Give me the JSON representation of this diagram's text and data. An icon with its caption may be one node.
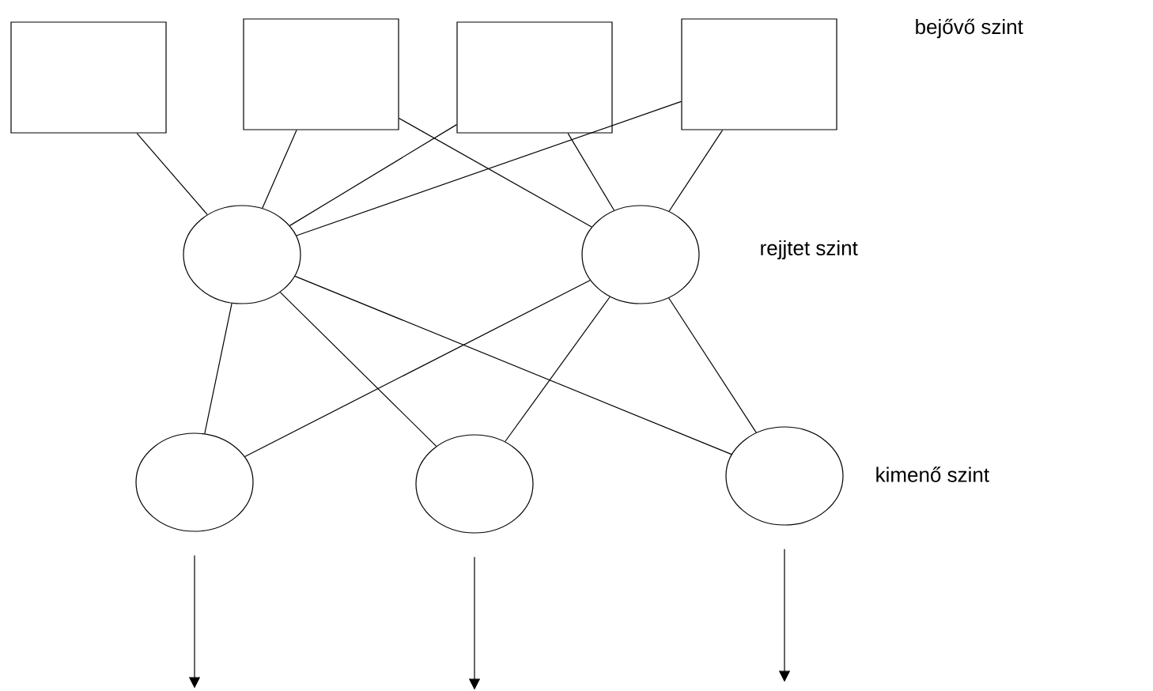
{
  "diagram": {
    "nodes": [
      {
        "text": [],
        "shape": "box"
      },
      {
        "text": [],
        "shape": "box"
      },
      {
        "text": [],
        "shape": "box"
      },
      {
        "text": [],
        "shape": "box"
      },
      {
        "text": [],
        "shape": "circle"
      },
      {
        "text": [],
        "shape": "circle"
      },
      {
        "text": [],
        "shape": "circle"
      },
      {
        "text": [],
        "shape": "circle"
      },
      {
        "text": [],
        "shape": "circle"
      }
    ],
    "edges": [
      {
        "from": 0,
        "to": 4,
        "arrow": "none"
      },
      {
        "from": 1,
        "to": 4,
        "arrow": "none"
      },
      {
        "from": 1,
        "to": 5,
        "arrow": "none"
      },
      {
        "from": 2,
        "to": 4,
        "arrow": "none"
      },
      {
        "from": 2,
        "to": 5,
        "arrow": "none"
      },
      {
        "from": 3,
        "to": 4,
        "arrow": "none"
      },
      {
        "from": 3,
        "to": 5,
        "arrow": "none"
      },
      {
        "from": 4,
        "to": 6,
        "arrow": "none"
      },
      {
        "from": 4,
        "to": 7,
        "arrow": "none"
      },
      {
        "from": 4,
        "to": 8,
        "arrow": "none"
      },
      {
        "from": 5,
        "to": 6,
        "arrow": "none"
      },
      {
        "from": 5,
        "to": 7,
        "arrow": "none"
      },
      {
        "from": 5,
        "to": 8,
        "arrow": "none"
      },
      {
        "from": 6,
        "to": null,
        "arrow": "to"
      },
      {
        "from": 7,
        "to": null,
        "arrow": "to"
      },
      {
        "from": 8,
        "to": null,
        "arrow": "to"
      }
    ],
    "labels": [
      "bejővő szint",
      "rejjtet szint",
      "kimenő szint"
    ]
  }
}
